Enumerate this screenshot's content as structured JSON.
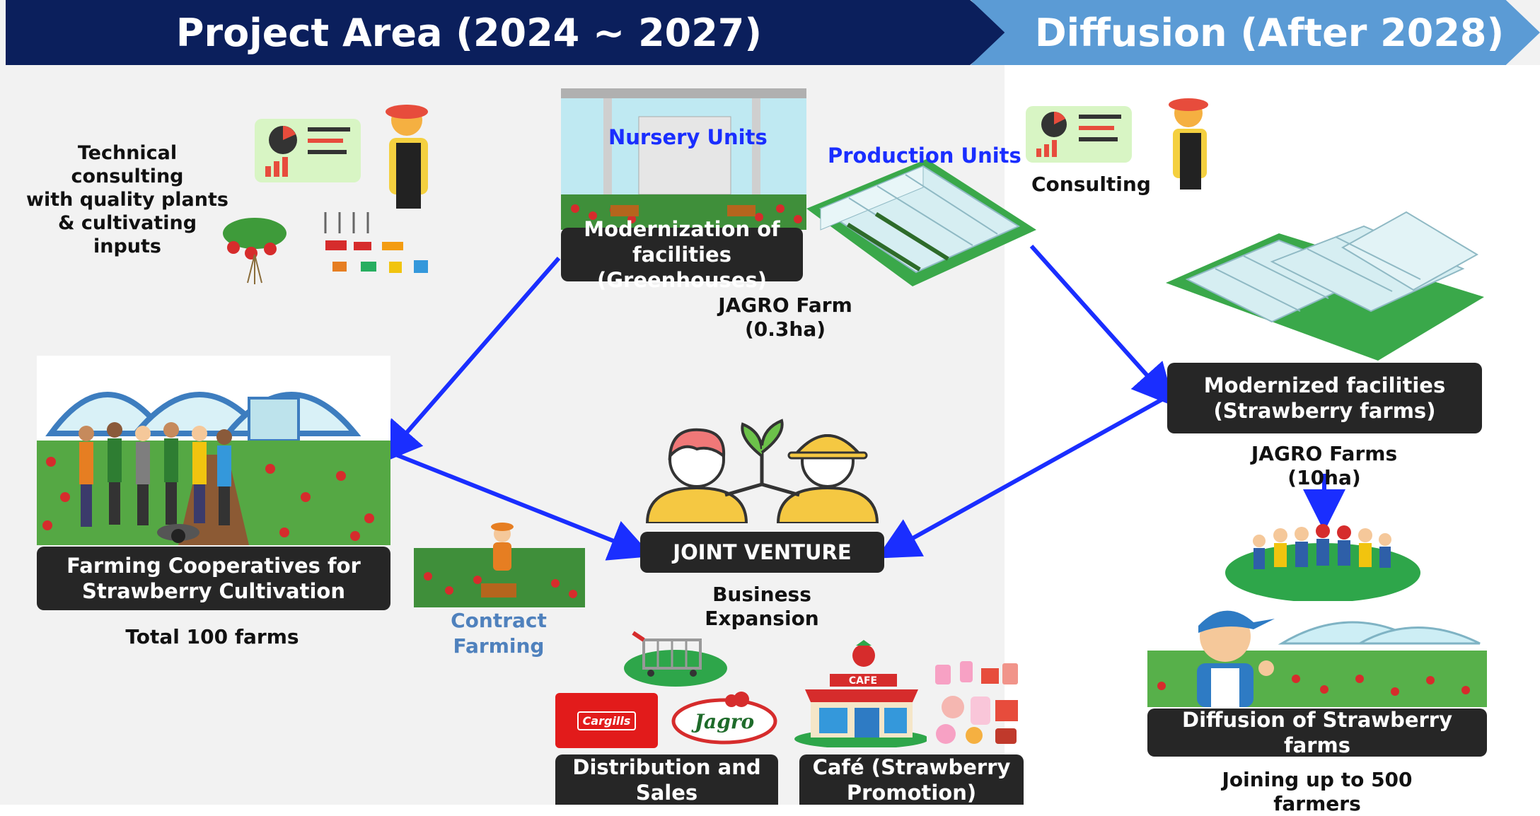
{
  "header": {
    "project_area": "Project Area (2024 ~ 2027)",
    "diffusion": "Diffusion (After 2028)"
  },
  "left": {
    "consulting_text": [
      "Technical consulting",
      "with quality plants",
      "& cultivating inputs"
    ],
    "coop_box": [
      "Farming Cooperatives for",
      "Strawberry Cultivation"
    ],
    "coop_caption": "Total 100 farms"
  },
  "center": {
    "nursery_label": "Nursery Units",
    "production_label": "Production Units",
    "modernization_box": [
      "Modernization of",
      "facilities (Greenhouses)"
    ],
    "farm_caption": "JAGRO Farm (0.3ha)",
    "jv_box": "JOINT VENTURE",
    "jv_caption": "Business Expansion",
    "contract_farming": [
      "Contract",
      "Farming"
    ],
    "distribution_box": [
      "Distribution and",
      "Sales"
    ],
    "cafe_box": [
      "Café (Strawberry",
      "Promotion)"
    ],
    "cargills_logo": "Cargills",
    "jagro_logo": "Jagro",
    "cafe_sign": "CAFE"
  },
  "right": {
    "consulting_label": "Consulting",
    "modernized_box": [
      "Modernized facilities",
      "(Strawberry farms)"
    ],
    "farms_caption": "JAGRO Farms (10ha)",
    "diffusion_box": "Diffusion of Strawberry farms",
    "diffusion_caption": "Joining up to 500 farmers"
  },
  "colors": {
    "banner_dark": "#0b1f5c",
    "banner_light": "#5b9bd5",
    "arrow": "#1a2eff",
    "box": "#262626"
  }
}
